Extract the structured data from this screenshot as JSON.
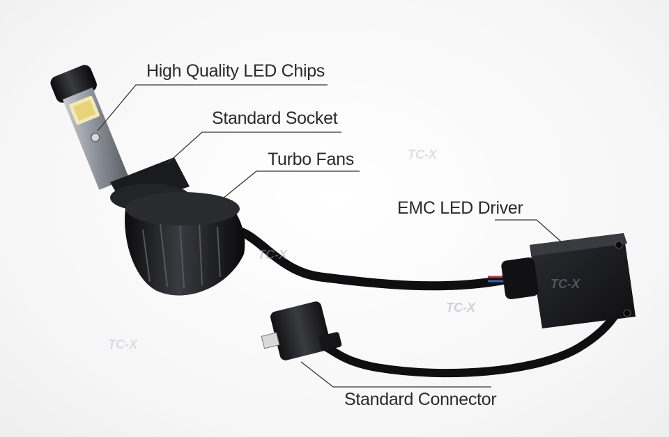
{
  "callouts": {
    "led_chips": "High Quality LED Chips",
    "standard_socket": "Standard Socket",
    "turbo_fans": "Turbo Fans",
    "emc_driver": "EMC LED Driver",
    "standard_connector": "Standard Connector"
  },
  "watermark": {
    "brand": "TC-X"
  },
  "colors": {
    "callout_text": "#2a2a2a",
    "leader_line": "#333333",
    "bulb_body": "#1b1c20",
    "cable": "#101012",
    "led_chip": "#e8d27a"
  }
}
